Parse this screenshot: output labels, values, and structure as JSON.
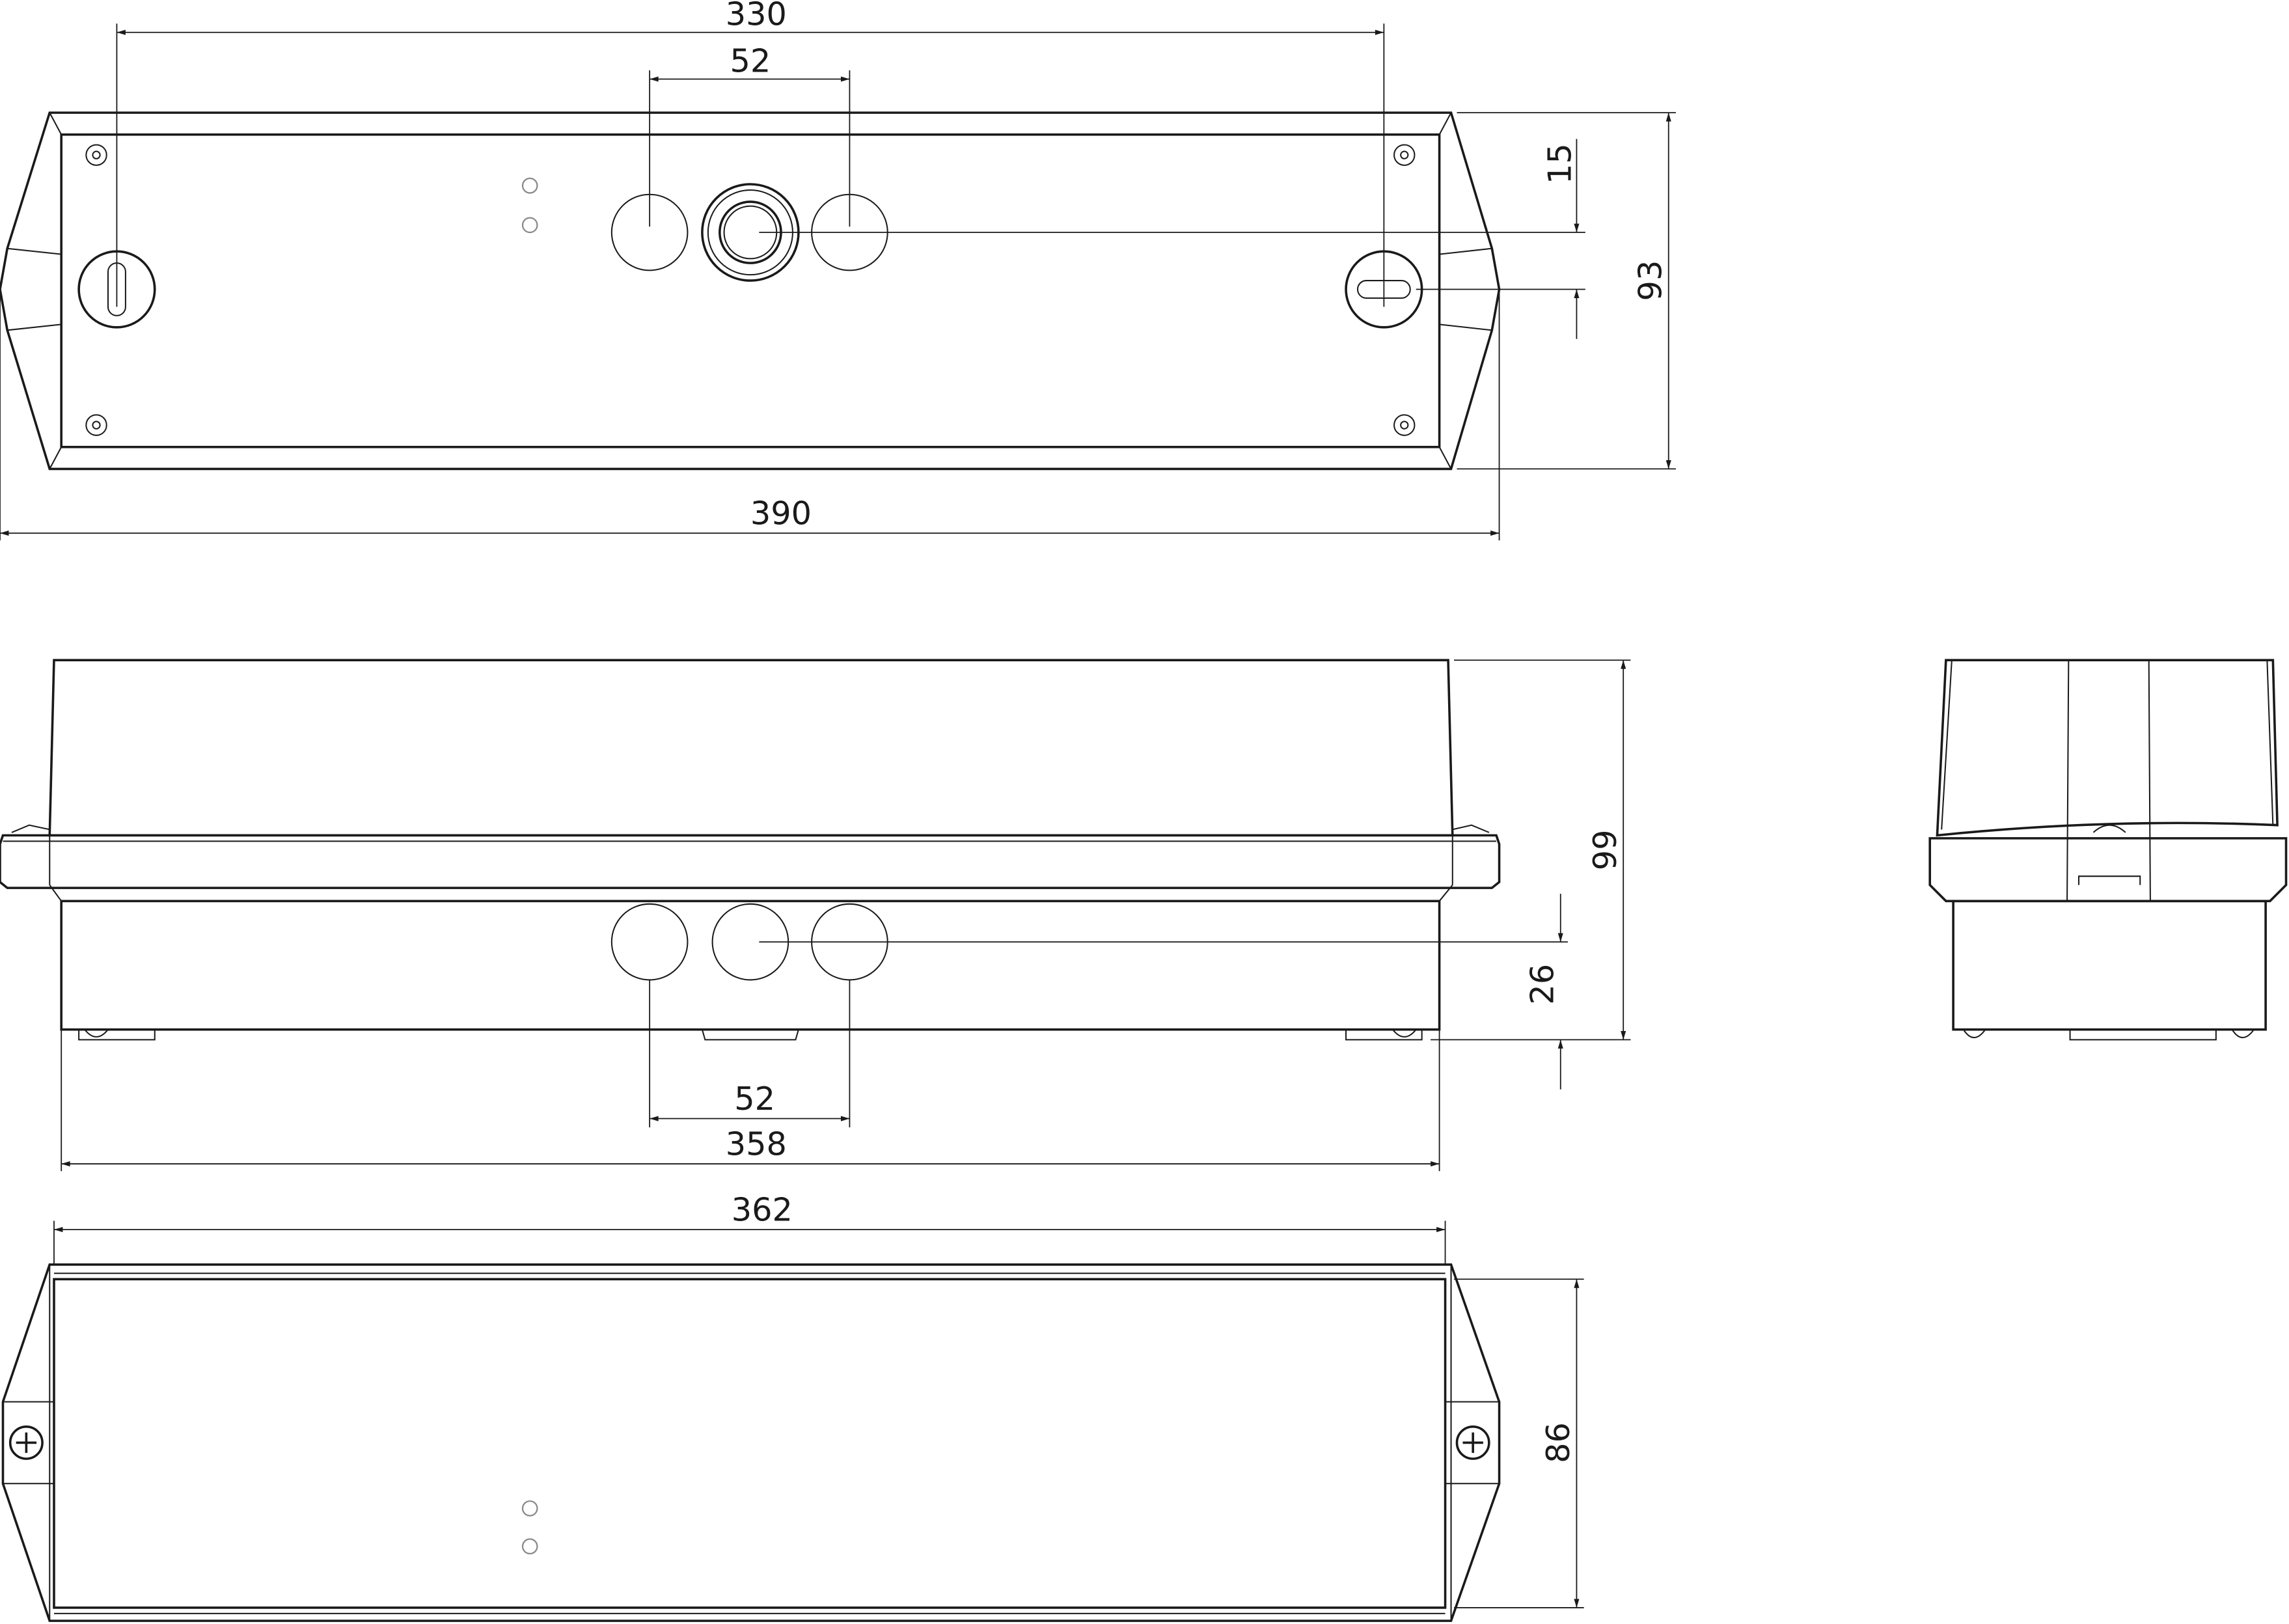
{
  "drawing": {
    "front_view": {
      "dim_mount_spacing": "330",
      "dim_gland_spacing": "52",
      "dim_gland_offset": "15",
      "dim_height": "93",
      "dim_overall_width": "390"
    },
    "side_view": {
      "dim_depth": "99",
      "dim_gland_height": "26",
      "dim_gland_spacing": "52",
      "dim_body_width": "358"
    },
    "bottom_view": {
      "dim_width": "362",
      "dim_height": "86"
    },
    "colors": {
      "line": "#1a1a1a",
      "led": "#888888"
    }
  }
}
